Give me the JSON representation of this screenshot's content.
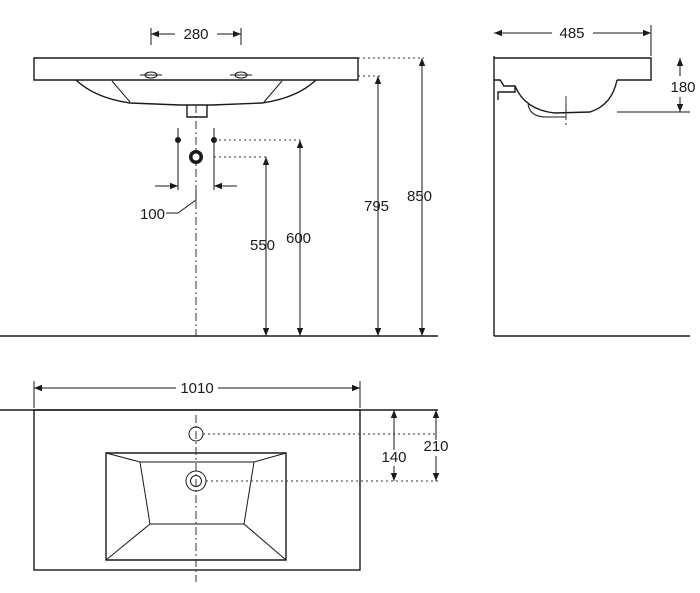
{
  "dimensions": {
    "tap_spacing": "280",
    "depth": "485",
    "basin_height": "180",
    "waste_spacing": "100",
    "trap_height_low": "550",
    "trap_height_high": "600",
    "rim_height": "795",
    "total_height": "850",
    "width": "1010",
    "drain_offset": "140",
    "tap_offset": "210"
  }
}
